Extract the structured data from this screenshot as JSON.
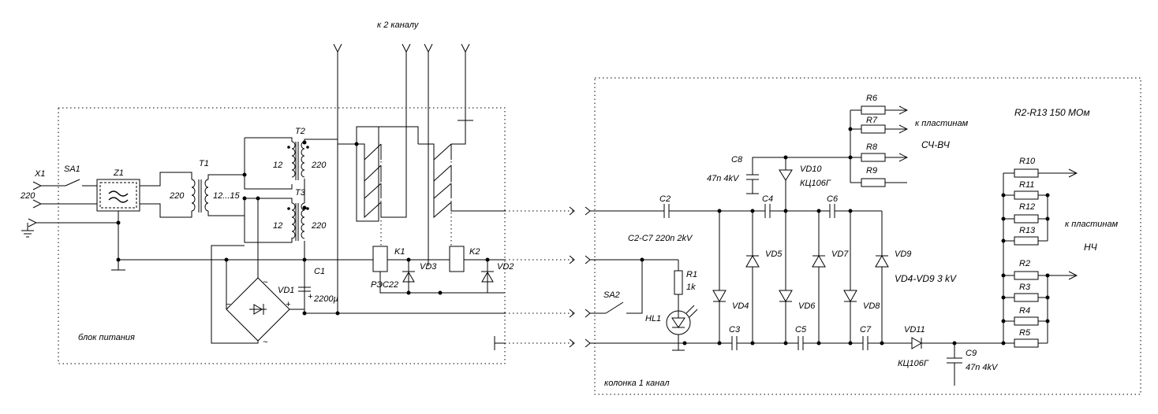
{
  "power_block": {
    "label": "блок питания",
    "X1": "X1",
    "mains": "220",
    "SA1": "SA1",
    "Z1": "Z1",
    "T1": "T1",
    "T1_primary": "220",
    "T1_secondary": "12...15",
    "T2": "T2",
    "T2_in": "12",
    "T2_out": "220",
    "T3": "T3",
    "T3_in": "12",
    "T3_out": "220",
    "VD1": "VD1",
    "C1": "C1",
    "C1_value": "2200µ",
    "plus": "+",
    "minus": "−",
    "tilde": "~",
    "K1": "K1",
    "K2": "K2",
    "relay_type": "РЭС22",
    "VD2": "VD2",
    "VD3": "VD3"
  },
  "channel2": {
    "label": "к 2 каналу"
  },
  "column1": {
    "label": "колонка 1 канал",
    "SA2": "SA2",
    "HL1": "HL1",
    "R1": "R1",
    "R1_value": "1k",
    "C2": "C2",
    "C3": "C3",
    "C4": "C4",
    "C5": "C5",
    "C6": "C6",
    "C7": "C7",
    "C2_C7_value": "C2-C7 220n 2kV",
    "C8": "C8",
    "C8_value": "47n 4kV",
    "C9": "C9",
    "C9_value": "47n 4kV",
    "VD4": "VD4",
    "VD5": "VD5",
    "VD6": "VD6",
    "VD7": "VD7",
    "VD8": "VD8",
    "VD9": "VD9",
    "VD4_VD9_value": "VD4-VD9 3 kV",
    "VD10": "VD10",
    "VD10_type": "КЦ106Г",
    "VD11": "VD11",
    "VD11_type": "КЦ106Г",
    "R2_R13_value": "R2-R13 150 МОм",
    "R2": "R2",
    "R3": "R3",
    "R4": "R4",
    "R5": "R5",
    "R6": "R6",
    "R7": "R7",
    "R8": "R8",
    "R9": "R9",
    "R10": "R10",
    "R11": "R11",
    "R12": "R12",
    "R13": "R13",
    "to_plates_hf": "к пластинам",
    "hf_band": "СЧ-ВЧ",
    "to_plates_lf": "к пластинам",
    "lf_band": "НЧ"
  }
}
